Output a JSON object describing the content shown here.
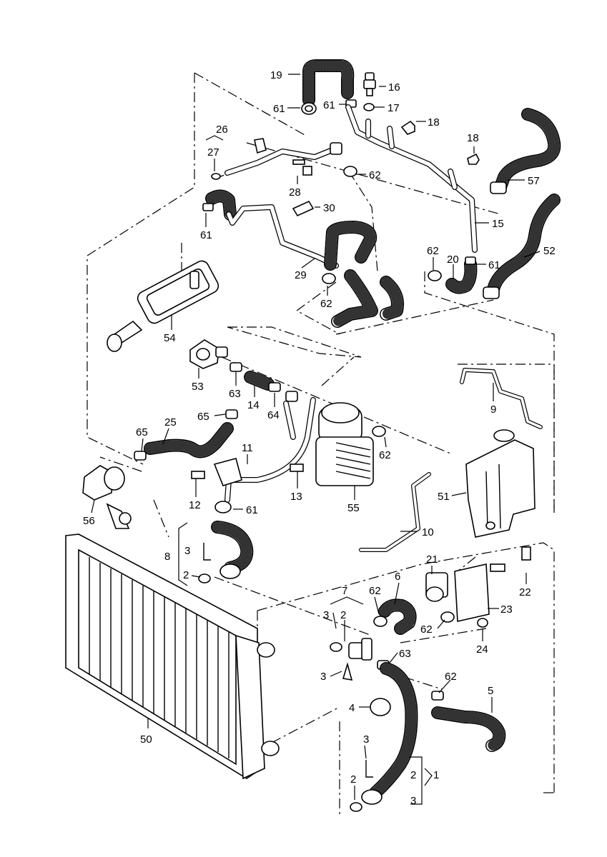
{
  "callouts": [
    {
      "id": "c19",
      "text": "19"
    },
    {
      "id": "c16",
      "text": "16"
    },
    {
      "id": "c61a",
      "text": "61"
    },
    {
      "id": "c61b",
      "text": "61"
    },
    {
      "id": "c17",
      "text": "17"
    },
    {
      "id": "c18a",
      "text": "18"
    },
    {
      "id": "c26",
      "text": "26"
    },
    {
      "id": "c27",
      "text": "27"
    },
    {
      "id": "c18b",
      "text": "18"
    },
    {
      "id": "c62a",
      "text": "62"
    },
    {
      "id": "c28",
      "text": "28"
    },
    {
      "id": "c57",
      "text": "57"
    },
    {
      "id": "c30",
      "text": "30"
    },
    {
      "id": "c61c",
      "text": "61"
    },
    {
      "id": "c15",
      "text": "15"
    },
    {
      "id": "c52",
      "text": "52"
    },
    {
      "id": "c62b",
      "text": "62"
    },
    {
      "id": "c20",
      "text": "20"
    },
    {
      "id": "c61d",
      "text": "61"
    },
    {
      "id": "c29",
      "text": "29"
    },
    {
      "id": "c62c",
      "text": "62"
    },
    {
      "id": "c54",
      "text": "54"
    },
    {
      "id": "c53",
      "text": "53"
    },
    {
      "id": "c63a",
      "text": "63"
    },
    {
      "id": "c14",
      "text": "14"
    },
    {
      "id": "c64",
      "text": "64"
    },
    {
      "id": "c9",
      "text": "9"
    },
    {
      "id": "c65a",
      "text": "65"
    },
    {
      "id": "c25",
      "text": "25"
    },
    {
      "id": "c65b",
      "text": "65"
    },
    {
      "id": "c11",
      "text": "11"
    },
    {
      "id": "c62d",
      "text": "62"
    },
    {
      "id": "c51",
      "text": "51"
    },
    {
      "id": "c12",
      "text": "12"
    },
    {
      "id": "c13",
      "text": "13"
    },
    {
      "id": "c55",
      "text": "55"
    },
    {
      "id": "c56",
      "text": "56"
    },
    {
      "id": "c61e",
      "text": "61"
    },
    {
      "id": "c10",
      "text": "10"
    },
    {
      "id": "c8",
      "text": "8"
    },
    {
      "id": "c3a",
      "text": "3"
    },
    {
      "id": "c2a",
      "text": "2"
    },
    {
      "id": "c21",
      "text": "21"
    },
    {
      "id": "c6",
      "text": "6"
    },
    {
      "id": "c22",
      "text": "22"
    },
    {
      "id": "c7",
      "text": "7"
    },
    {
      "id": "c62e",
      "text": "62"
    },
    {
      "id": "c3b",
      "text": "3"
    },
    {
      "id": "c2b",
      "text": "2"
    },
    {
      "id": "c23",
      "text": "23"
    },
    {
      "id": "c62f",
      "text": "62"
    },
    {
      "id": "c24",
      "text": "24"
    },
    {
      "id": "c63b",
      "text": "63"
    },
    {
      "id": "c3c",
      "text": "3"
    },
    {
      "id": "c62g",
      "text": "62"
    },
    {
      "id": "c4",
      "text": "4"
    },
    {
      "id": "c5",
      "text": "5"
    },
    {
      "id": "c50",
      "text": "50"
    },
    {
      "id": "c3d",
      "text": "3"
    },
    {
      "id": "c2c",
      "text": "2"
    },
    {
      "id": "c1",
      "text": "1"
    },
    {
      "id": "c2d",
      "text": "2"
    },
    {
      "id": "c3e",
      "text": "3"
    }
  ],
  "colors": {
    "ink": "#000000",
    "paper": "#ffffff"
  }
}
